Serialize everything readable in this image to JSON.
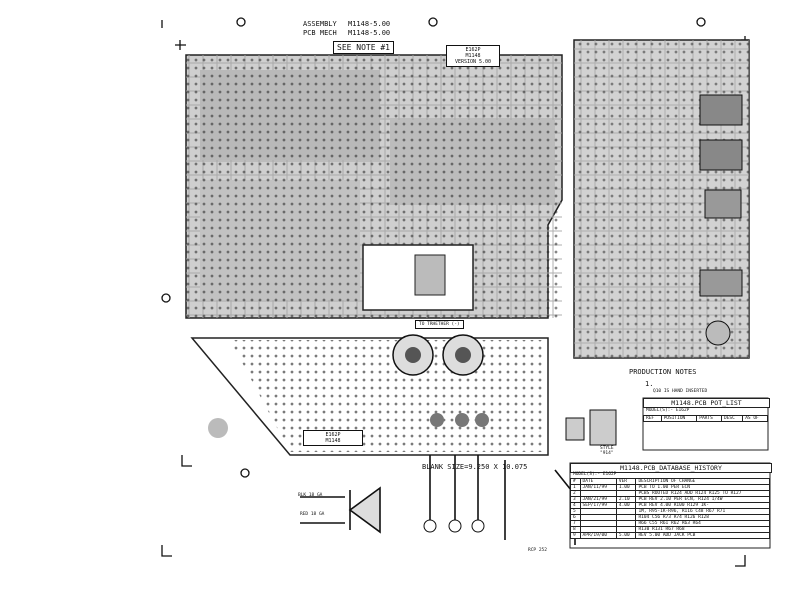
{
  "header": {
    "assembly_label": "ASSEMBLY",
    "assembly_value": "M1148-5.00",
    "pcb_mech_label": "PCB MECH",
    "pcb_mech_value": "M1148-5.00",
    "see_note": "SEE NOTE #1",
    "version_box": [
      "E162P",
      "M1148",
      "VERSION 5.00"
    ]
  },
  "board": {
    "label_e162p": [
      "E162P",
      "M1148"
    ],
    "to_tr_label": "TO TRHETHER (-)",
    "blank_size": "BLANK SIZE=9.250 X 10.075",
    "style_label": [
      "STYLE",
      "\"914\""
    ],
    "wire_labels": [
      "BLK 18 GA",
      "RED 18 GA",
      "RCP 252"
    ]
  },
  "production_notes": {
    "title": "PRODUCTION NOTES",
    "item_number": "1.",
    "item_text": "Q10 IS HAND INSERTED"
  },
  "pot_list": {
    "title": "M1148.PCB POT_LIST",
    "model_label": "MODEL(S):-",
    "model_value": "E162P",
    "headers": [
      "REF",
      "POSITION",
      "PARTS",
      "DESC",
      "AS OF"
    ]
  },
  "history": {
    "title": "M1148.PCB_DATABASE_HISTORY",
    "model_label": "MODEL(S):-",
    "model_value": "E162P",
    "headers": [
      "#",
      "DATE",
      "VER",
      "DESCRIPTION OF CHANGE"
    ],
    "rows": [
      [
        "1",
        "JAN/11/99",
        "1.00",
        "PCB TO 1.00 PER ECN"
      ],
      [
        "2",
        "",
        "",
        "PCBS ROUTED R124 ADD R124 R125 TO R127"
      ],
      [
        "3",
        "JAN/21/99",
        "2.10",
        "PCB REV 2.10 PER ECN, R124 1/4W"
      ],
      [
        "4",
        "SEP/17/99",
        "4.00",
        "PCB REV 4.00 R100 R129 1K-"
      ],
      [
        "5",
        "",
        "",
        "1M, R95-1K-R96, R116 C48 R67 R71"
      ],
      [
        "6",
        "",
        "",
        "R104 C56 R73 R74 R126 R128"
      ],
      [
        "7",
        "",
        "",
        "R66 C55 R61 R62 R63 R64"
      ],
      [
        "8",
        "",
        "",
        "R130 R131 R67 R68"
      ],
      [
        "9",
        "APR/19/00",
        "5.00",
        "REV 5.00 ADD JACK PCB"
      ]
    ]
  },
  "colors": {
    "board_fill": "#c8c8c8",
    "trace": "#9a9a9a",
    "ink": "#111111"
  }
}
